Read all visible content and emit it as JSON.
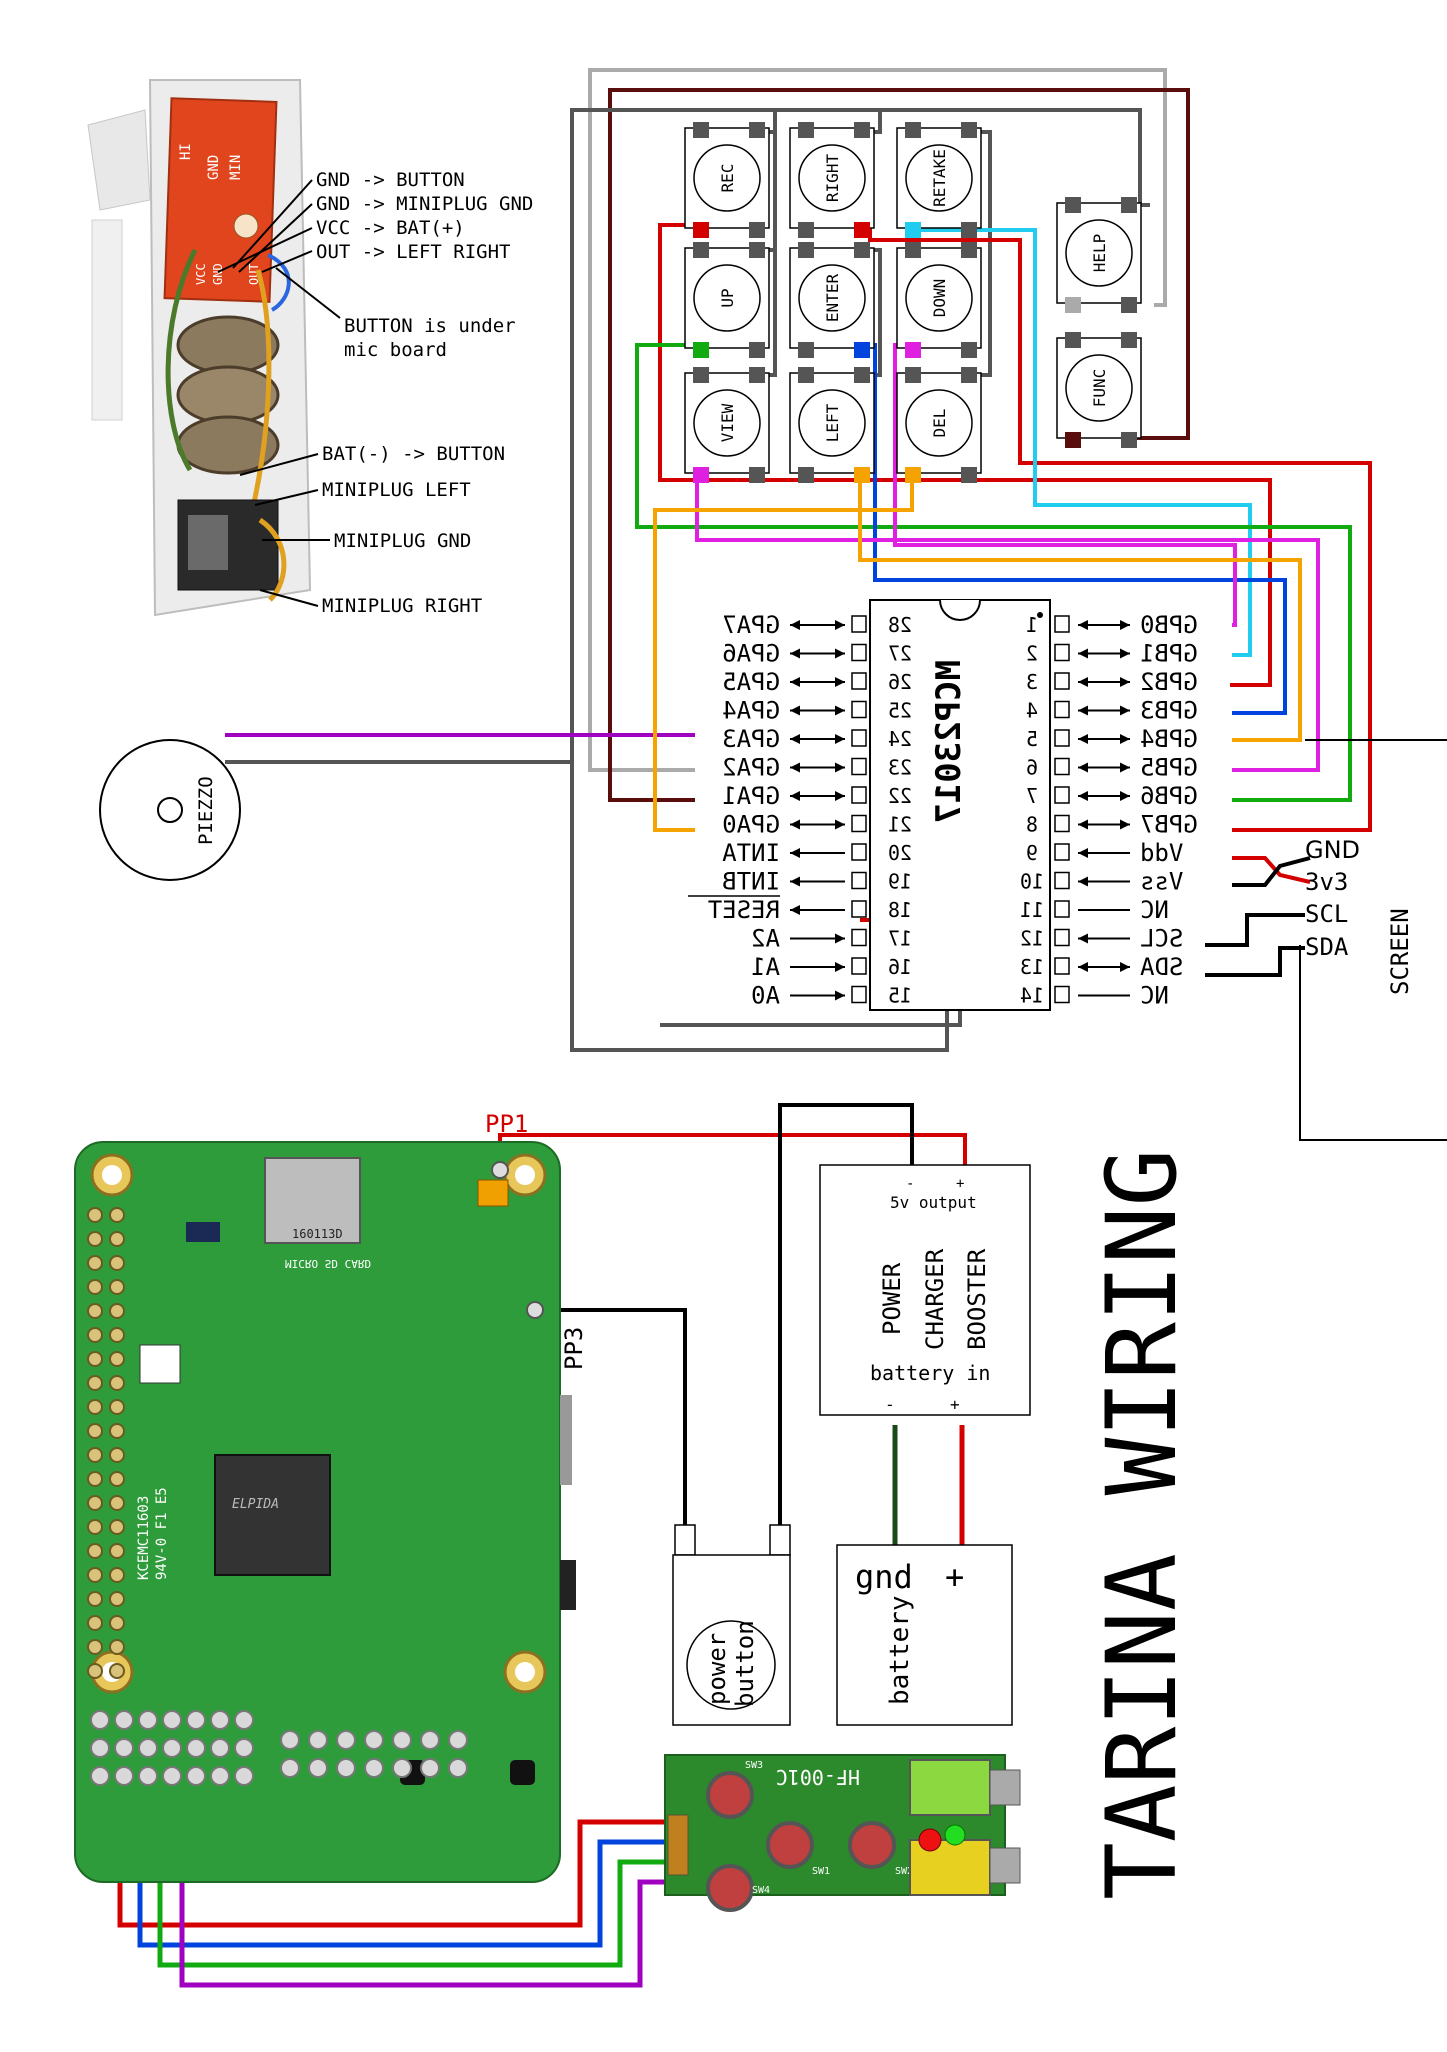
{
  "title": "TARINA WIRING",
  "mic_board": {
    "board_pins": [
      "HI",
      "GND",
      "MIN"
    ],
    "board_pins_lower": [
      "VCC",
      "GND",
      "OUT"
    ],
    "labels": [
      "GND -> BUTTON",
      "GND -> MINIPLUG GND",
      "VCC -> BAT(+)",
      "OUT -> LEFT RIGHT",
      "BUTTON is under",
      "mic board",
      "BAT(-) -> BUTTON",
      "MINIPLUG LEFT",
      "MINIPLUG GND",
      "MINIPLUG RIGHT"
    ]
  },
  "buttons": [
    "REC",
    "RIGHT",
    "RETAKE",
    "HELP",
    "UP",
    "ENTER",
    "DOWN",
    "VIEW",
    "LEFT",
    "DEL",
    "FUNC"
  ],
  "piezzo": "PIEZZO",
  "chip": {
    "name": "MCP23017",
    "left_pins": [
      {
        "label": "GPA7",
        "num": "28"
      },
      {
        "label": "GPA6",
        "num": "27"
      },
      {
        "label": "GPA5",
        "num": "26"
      },
      {
        "label": "GPA4",
        "num": "25"
      },
      {
        "label": "GPA3",
        "num": "24"
      },
      {
        "label": "GPA2",
        "num": "23"
      },
      {
        "label": "GPA1",
        "num": "22"
      },
      {
        "label": "GPA0",
        "num": "21"
      },
      {
        "label": "INTA",
        "num": "20"
      },
      {
        "label": "INTB",
        "num": "19"
      },
      {
        "label": "RESET",
        "num": "18"
      },
      {
        "label": "A2",
        "num": "17"
      },
      {
        "label": "A1",
        "num": "16"
      },
      {
        "label": "A0",
        "num": "15"
      }
    ],
    "right_pins": [
      {
        "label": "GPB0",
        "num": "1"
      },
      {
        "label": "GPB1",
        "num": "2"
      },
      {
        "label": "GPB2",
        "num": "3"
      },
      {
        "label": "GPB3",
        "num": "4"
      },
      {
        "label": "GPB4",
        "num": "5"
      },
      {
        "label": "GPB5",
        "num": "6"
      },
      {
        "label": "GPB6",
        "num": "7"
      },
      {
        "label": "GPB7",
        "num": "8"
      },
      {
        "label": "Vdd",
        "num": "9"
      },
      {
        "label": "Vss",
        "num": "10"
      },
      {
        "label": "NC",
        "num": "11"
      },
      {
        "label": "SCL",
        "num": "12"
      },
      {
        "label": "SDA",
        "num": "13"
      },
      {
        "label": "NC",
        "num": "14"
      }
    ]
  },
  "screen": {
    "name": "SCREEN",
    "pins": [
      "GND",
      "3v3",
      "SCL",
      "SDA"
    ]
  },
  "pi": {
    "pp1": "PP1",
    "pp3": "PP3",
    "sd_label": "MICRO SD CARD",
    "chip_label": "ELPIDA",
    "sd_code": "160113D",
    "board_code": "KCEMC11603",
    "board_code2": "94V-0 F1 E5"
  },
  "power_module": {
    "minus": "-",
    "plus": "+",
    "output": "5v output",
    "lines": [
      "POWER",
      "CHARGER",
      "BOOSTER"
    ],
    "input": "battery in",
    "in_minus": "-",
    "in_plus": "+"
  },
  "battery": {
    "gnd": "gnd",
    "plus": "+",
    "name": "battery"
  },
  "power_button": {
    "line1": "power",
    "line2": "button"
  },
  "audio_board": {
    "label": "HF-001C",
    "switches": [
      "SW3",
      "SW1",
      "SW2",
      "SW4"
    ]
  },
  "colors": {
    "red": "#d40000",
    "blue": "#0044dd",
    "green": "#11aa11",
    "magenta": "#e020e0",
    "purple": "#a000c0",
    "cyan": "#22ccee",
    "orange": "#f5a300",
    "dark_gray": "#555555",
    "light_gray": "#aaaaaa",
    "dark_red": "#5a0d0d",
    "black": "#000000",
    "pcb_green": "#2e9c3a"
  }
}
